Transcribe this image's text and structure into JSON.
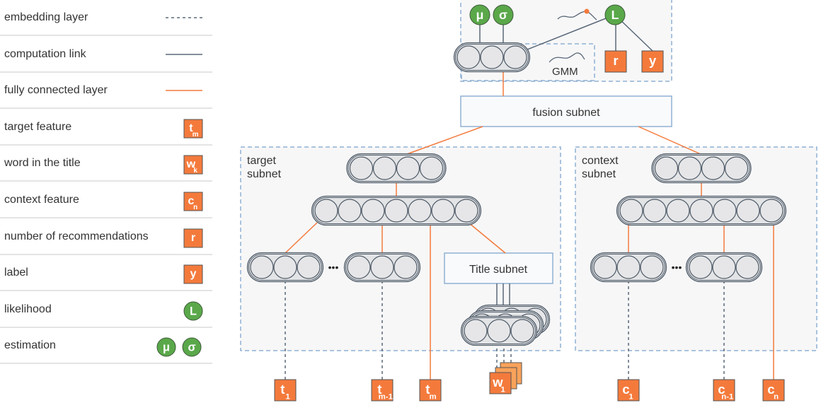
{
  "legend": {
    "items": [
      {
        "label": "embedding layer",
        "symbol": "dashed-line"
      },
      {
        "label": "computation link",
        "symbol": "solid-gray-line"
      },
      {
        "label": "fully connected layer",
        "symbol": "orange-line"
      },
      {
        "label": "target feature",
        "symbol": "orange-square",
        "main": "t",
        "sub": "m"
      },
      {
        "label": "word in the title",
        "symbol": "orange-square",
        "main": "w",
        "sub": "k"
      },
      {
        "label": "context feature",
        "symbol": "orange-square",
        "main": "c",
        "sub": "n"
      },
      {
        "label": "number of recommendations",
        "symbol": "orange-square",
        "main": "r",
        "sub": ""
      },
      {
        "label": "label",
        "symbol": "orange-square",
        "main": "y",
        "sub": ""
      },
      {
        "label": "likelihood",
        "symbol": "green-circle",
        "main": "L"
      },
      {
        "label": "estimation",
        "symbol": "green-circles",
        "mains": [
          "μ",
          "σ"
        ]
      }
    ]
  },
  "colors": {
    "orange": "#f47a3c",
    "orange_light": "#f9a25a",
    "green": "#5aa84a",
    "gray_line": "#5a6878",
    "dash_blue": "#8fb1d3",
    "panel_bg": "#f7f7f8",
    "box_border": "#8fb1d3"
  },
  "diagram": {
    "top": {
      "mu": "μ",
      "sigma": "σ",
      "likelihood": "L",
      "gmm_label": "GMM",
      "r_label": "r",
      "y_label": "y"
    },
    "fusion_label": "fusion subnet",
    "target": {
      "title_line1": "target",
      "title_line2": "subnet",
      "title_subnet_label": "Title subnet",
      "ellipsis": "•••",
      "inputs": [
        {
          "main": "t",
          "sub": "1"
        },
        {
          "main": "t",
          "sub": "m-1"
        },
        {
          "main": "t",
          "sub": "m"
        },
        {
          "main": "w",
          "sub": "1"
        }
      ]
    },
    "context": {
      "title_line1": "context",
      "title_line2": "subnet",
      "ellipsis": "•••",
      "inputs": [
        {
          "main": "c",
          "sub": "1"
        },
        {
          "main": "c",
          "sub": "n-1"
        },
        {
          "main": "c",
          "sub": "n"
        }
      ]
    }
  }
}
